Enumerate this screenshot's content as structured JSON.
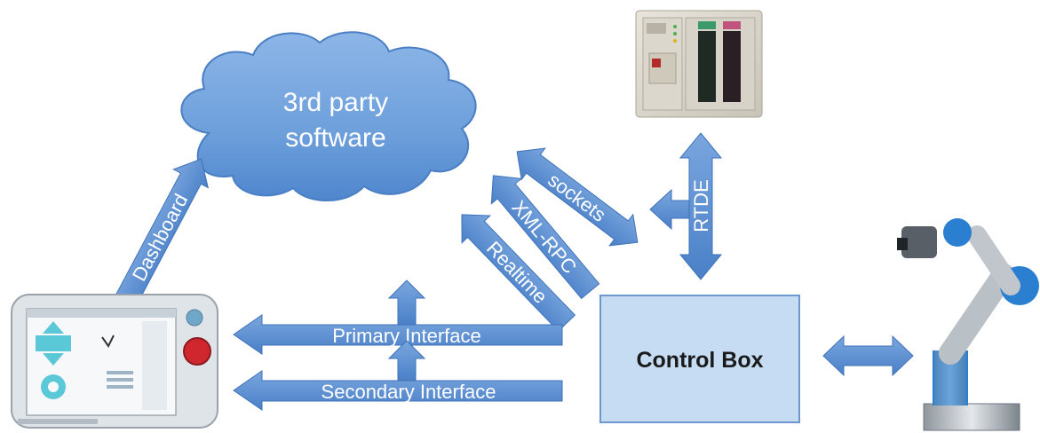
{
  "cloud": {
    "line1": "3rd party",
    "line2": "software"
  },
  "control_box": {
    "label": "Control Box"
  },
  "arrows": {
    "dashboard": "Dashboard",
    "sockets": "sockets",
    "xmlrpc": "XML-RPC",
    "realtime": "Realtime",
    "rtde": "RTDE",
    "primary": "Primary Interface",
    "secondary": "Secondary Interface"
  },
  "colors": {
    "arrow_fill": "#5b8fd1",
    "arrow_stroke": "#3f73b8",
    "box_fill": "#c5dcf3",
    "box_stroke": "#6d98cf",
    "cloud_fill": "#6d9fdb"
  },
  "icons": {
    "plc": "plc-controller-icon",
    "pendant": "teach-pendant-icon",
    "robot": "robot-arm-icon"
  }
}
